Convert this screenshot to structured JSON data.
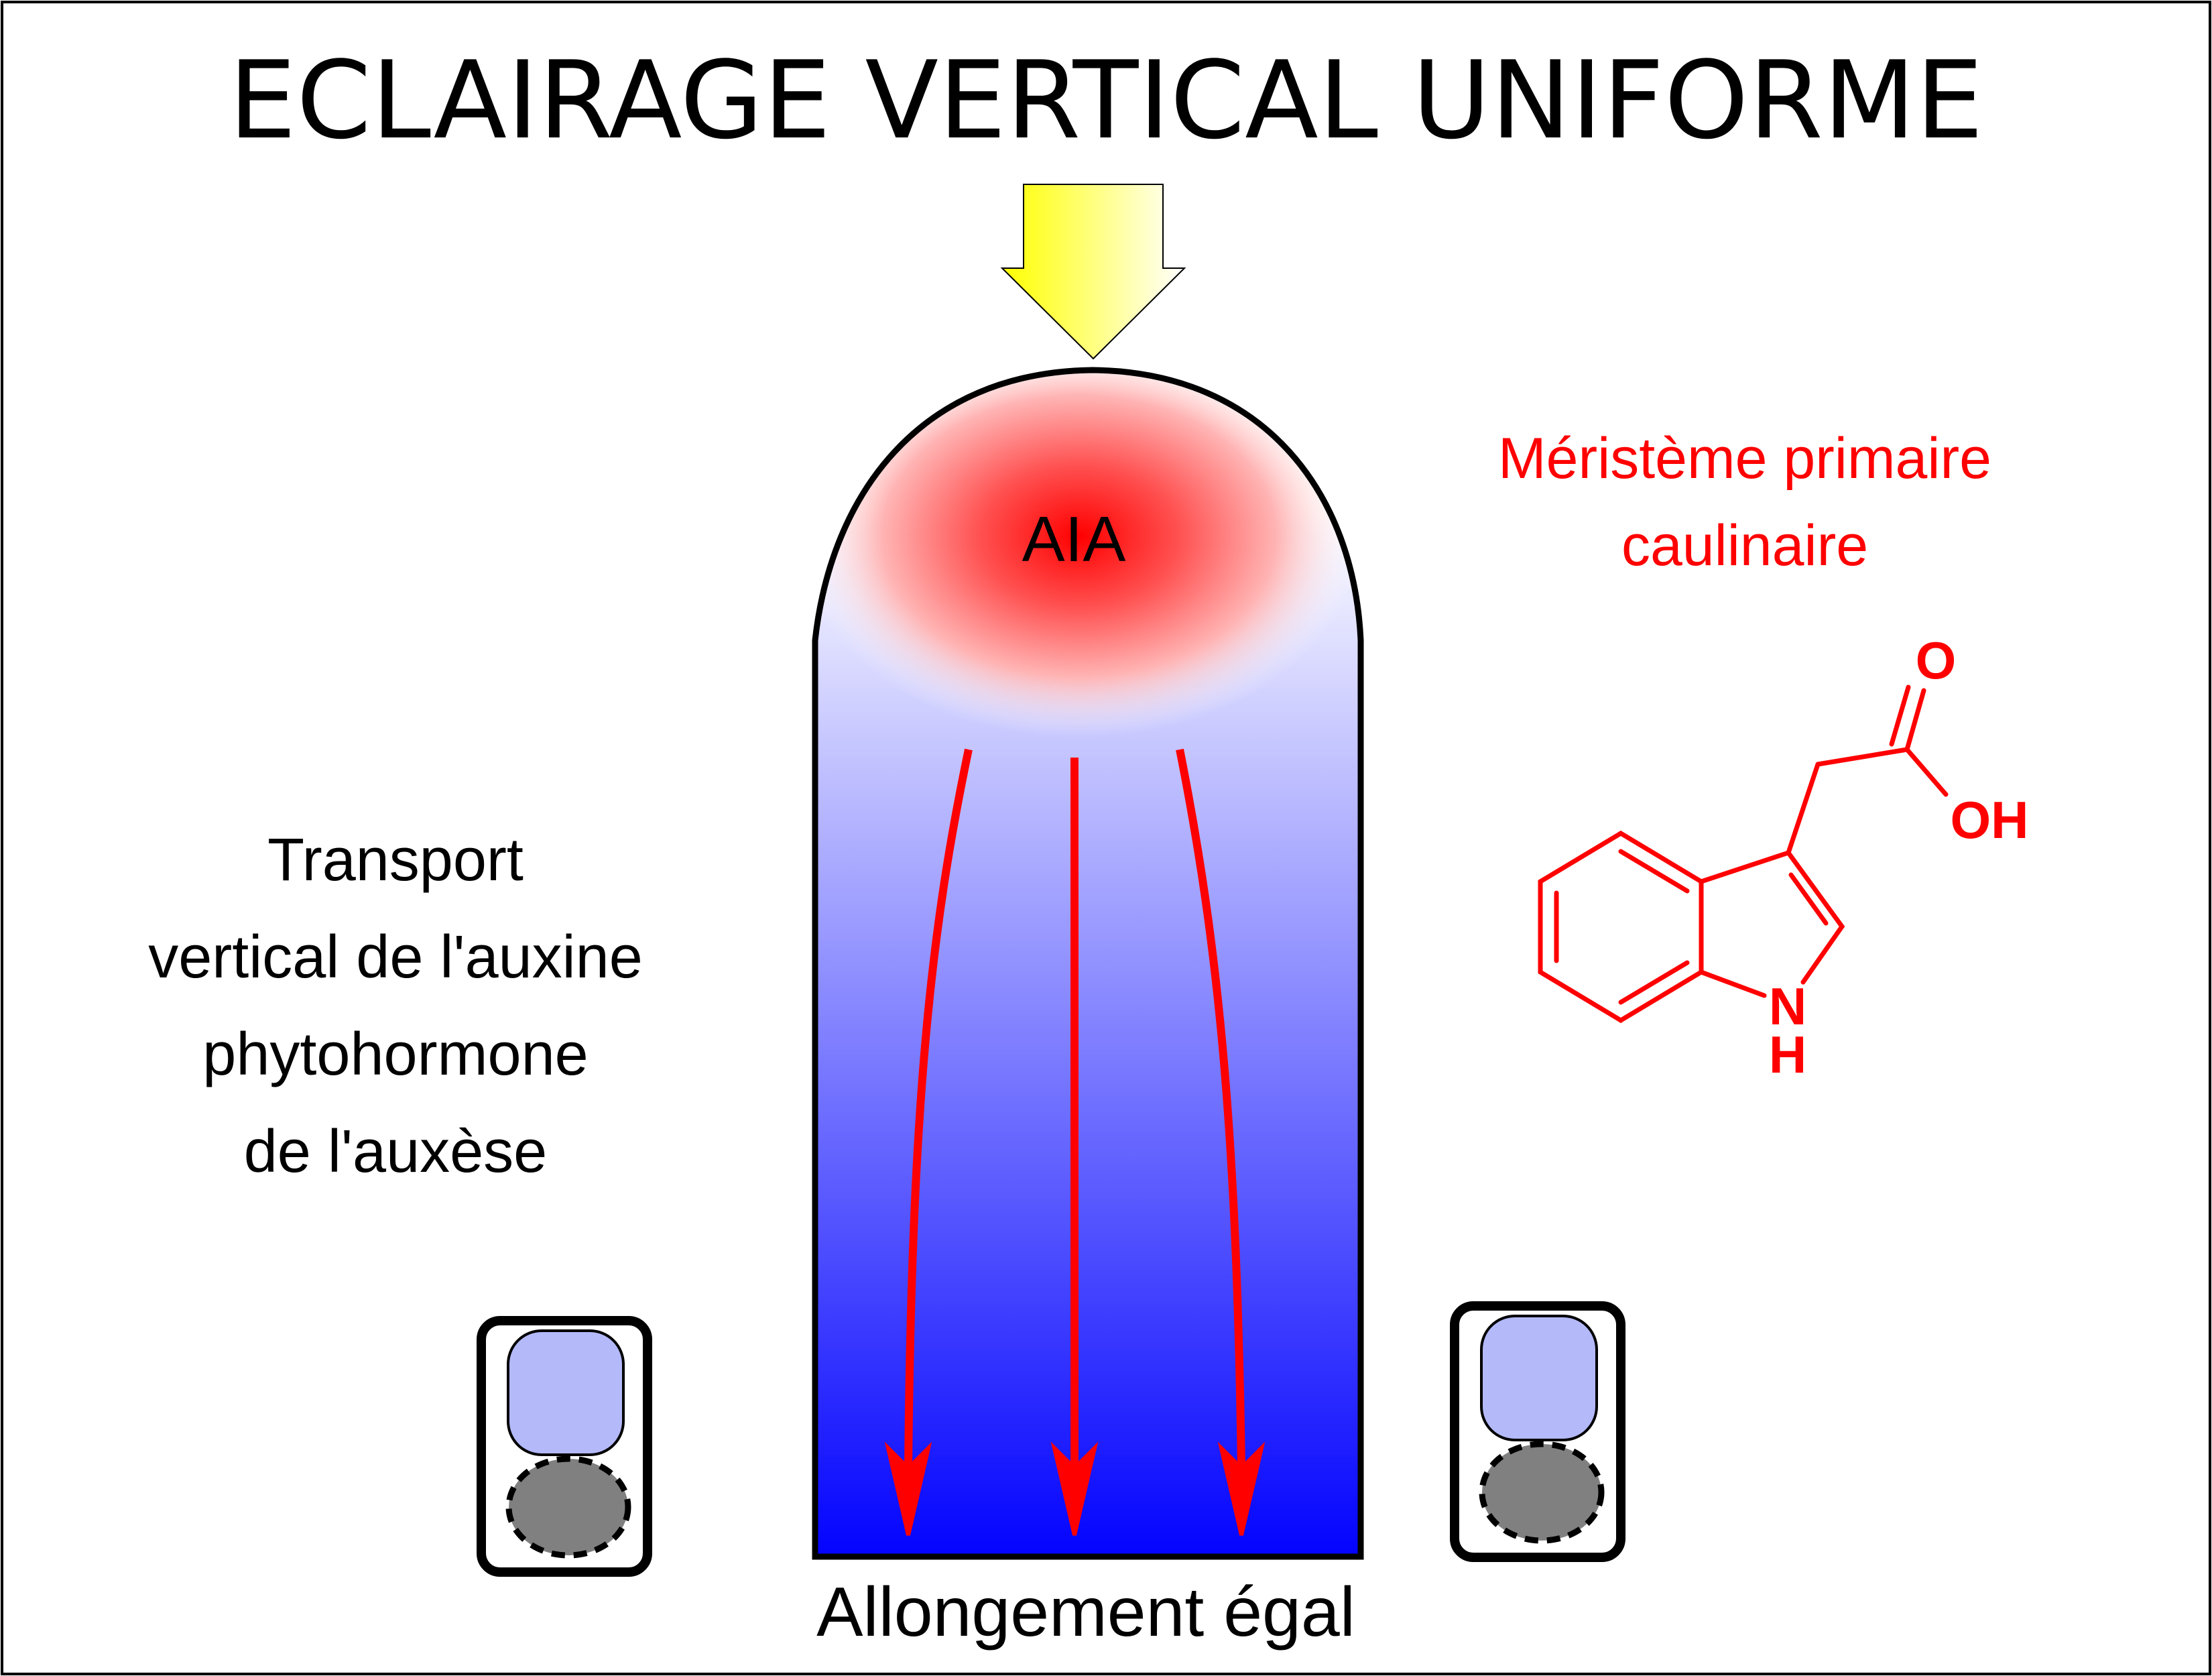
{
  "title": "ECLAIRAGE VERTICAL UNIFORME",
  "tip_label": "AIA",
  "meristem_label": {
    "line1": "Méristème primaire",
    "line2": "caulinaire"
  },
  "transport_label": {
    "line1": "Transport",
    "line2": "vertical de l'auxine",
    "line3": "phytohormone",
    "line4": "de l'auxèse"
  },
  "bottom_label": "Allongement égal",
  "molecule": {
    "oxygen": "O",
    "hydroxyl": "OH",
    "nitrogen": "N",
    "hydrogen": "H"
  },
  "colors": {
    "auxin_red": "#ff0000",
    "stem_blue": "#0000ff",
    "light_yellow": "#ffff00",
    "vacuole": "#b4b9fa",
    "statolith": "#808080",
    "outline": "#000000"
  }
}
